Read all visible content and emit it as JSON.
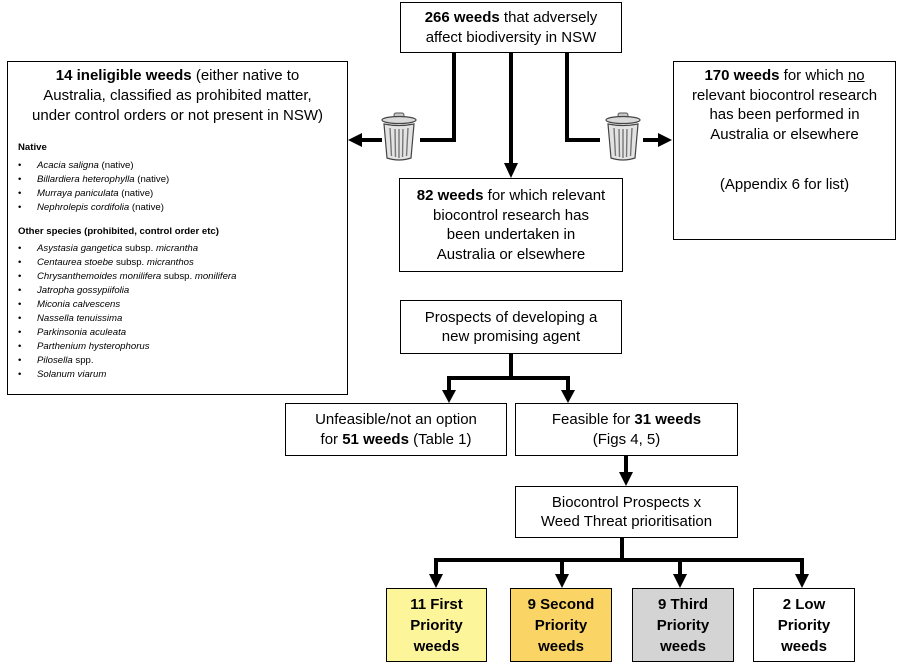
{
  "top_box": {
    "count": "266 weeds",
    "rest_line1": " that adversely",
    "line2": "affect biodiversity in NSW"
  },
  "ineligible_box": {
    "count": "14 ineligible weeds",
    "rest_line1": " (either native to",
    "line2": "Australia, classified as prohibited matter,",
    "line3": "under control orders or not present in NSW)",
    "native_heading": "Native",
    "native_items": [
      {
        "name": "Acacia saligna",
        "note": " (native)"
      },
      {
        "name": "Billardiera heterophylla",
        "note": " (native)"
      },
      {
        "name": "Murraya paniculata",
        "note": " (native)"
      },
      {
        "name": "Nephrolepis cordifolia",
        "note": " (native)"
      }
    ],
    "other_heading": "Other species (prohibited, control order etc)",
    "other_items": [
      {
        "name": "Asystasia gangetica",
        "mid": " subsp. ",
        "name2": "micrantha"
      },
      {
        "name": "Centaurea stoebe",
        "mid": " subsp. ",
        "name2": "micranthos"
      },
      {
        "name": "Chrysanthemoides monilifera",
        "mid": " subsp. ",
        "name2": "monilifera"
      },
      {
        "name": "Jatropha gossypiifolia",
        "mid": "",
        "name2": ""
      },
      {
        "name": "Miconia calvescens",
        "mid": "",
        "name2": ""
      },
      {
        "name": "Nassella tenuissima",
        "mid": "",
        "name2": ""
      },
      {
        "name": "Parkinsonia aculeata",
        "mid": "",
        "name2": ""
      },
      {
        "name": "Parthenium hysterophorus",
        "mid": "",
        "name2": ""
      },
      {
        "name": "Pilosella",
        "mid": " spp.",
        "name2": ""
      },
      {
        "name": "Solanum viarum",
        "mid": "",
        "name2": ""
      }
    ]
  },
  "no_research_box": {
    "count": "170 weeds",
    "rest_line1": " for which ",
    "underlined": "no",
    "line2": "relevant biocontrol research",
    "line3": "has been performed in",
    "line4": "Australia or elsewhere",
    "appendix": "(Appendix 6 for list)"
  },
  "research_box": {
    "count": "82 weeds",
    "rest_line1": " for which relevant",
    "line2": "biocontrol research has",
    "line3": "been undertaken in",
    "line4": "Australia or elsewhere"
  },
  "prospects_box": {
    "line1": "Prospects of developing a",
    "line2": "new promising agent"
  },
  "unfeasible_box": {
    "line1": "Unfeasible/not an option",
    "prefix": "for ",
    "count": "51 weeds",
    "suffix": " (Table 1)"
  },
  "feasible_box": {
    "prefix": "Feasible for ",
    "count": "31 weeds",
    "line2": "(Figs 4, 5)"
  },
  "prioritisation_box": {
    "line1": "Biocontrol Prospects x",
    "line2": "Weed Threat prioritisation"
  },
  "priority_boxes": [
    {
      "line1": "11 First",
      "line2": "Priority",
      "line3": "weeds",
      "color": "#fdf59a"
    },
    {
      "line1": "9 Second",
      "line2": "Priority",
      "line3": "weeds",
      "color": "#fbd466"
    },
    {
      "line1": "9 Third",
      "line2": "Priority",
      "line3": "weeds",
      "color": "#d4d4d4"
    },
    {
      "line1": "2 Low",
      "line2": "Priority",
      "line3": "weeds",
      "color": "#ffffff"
    }
  ],
  "icons": {
    "discard": "trash-bin-icon"
  }
}
